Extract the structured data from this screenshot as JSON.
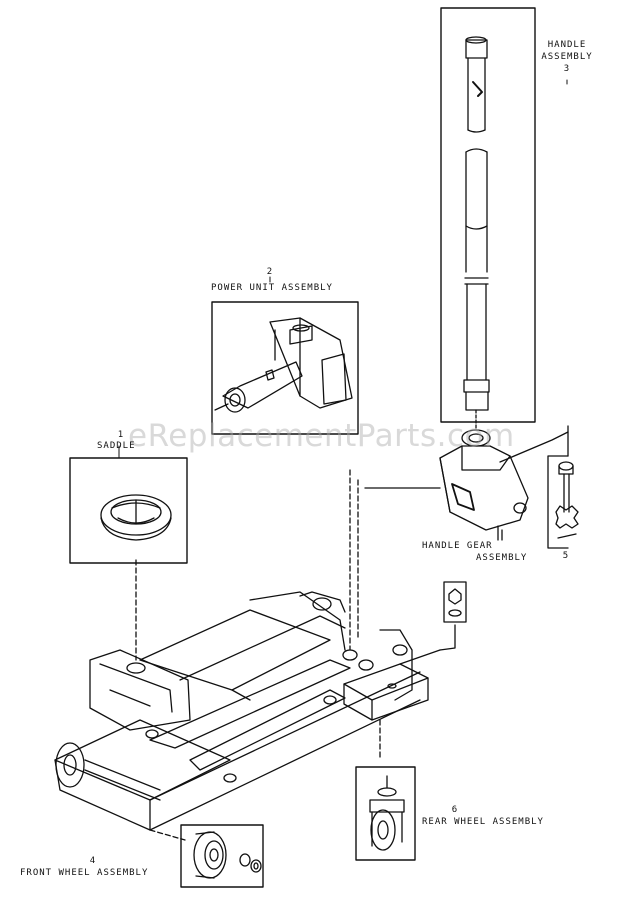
{
  "watermark": "eReplacementParts.com",
  "parts": {
    "saddle": {
      "number": "1",
      "name": "SADDLE"
    },
    "power_unit": {
      "number": "2",
      "name": "POWER UNIT ASSEMBLY"
    },
    "handle": {
      "line1": "HANDLE",
      "line2": "ASSEMBLY",
      "number": "3"
    },
    "front_wheel": {
      "number": "4",
      "name": "FRONT WHEEL ASSEMBLY"
    },
    "item5": {
      "number": "5"
    },
    "rear_wheel": {
      "number": "6",
      "name": "REAR WHEEL ASSEMBLY"
    },
    "handle_gear": {
      "line1": "HANDLE GEAR",
      "line2": "ASSEMBLY"
    }
  }
}
